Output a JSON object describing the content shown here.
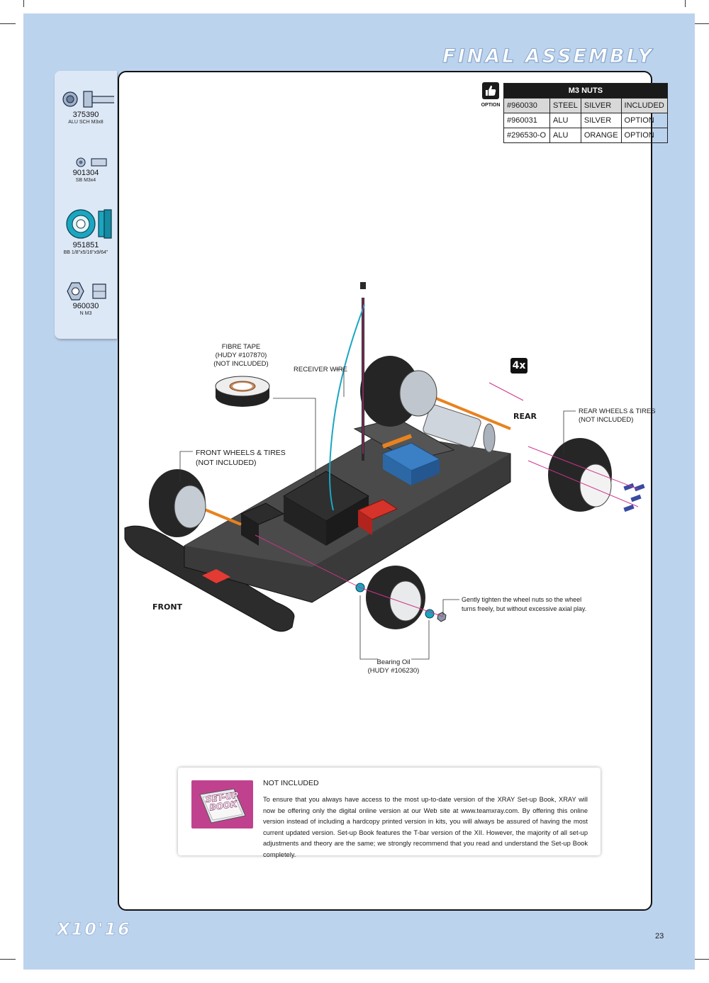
{
  "header": {
    "section_title": "FINAL ASSEMBLY"
  },
  "parts": [
    {
      "code": "375390",
      "desc": "ALU SCH M3x8",
      "icon": "screw-icon"
    },
    {
      "code": "901304",
      "desc": "SB M3x4",
      "icon": "set-screw-icon"
    },
    {
      "code": "951851",
      "desc": "BB 1/8\"x5/16\"x9/64\"",
      "icon": "ball-bearing-icon"
    },
    {
      "code": "960030",
      "desc": "N M3",
      "icon": "nut-icon"
    }
  ],
  "option": {
    "label": "OPTION",
    "icon": "thumbs-up-icon"
  },
  "nuts_table": {
    "title": "M3 NUTS",
    "rows": [
      [
        "#960030",
        "STEEL",
        "SILVER",
        "INCLUDED"
      ],
      [
        "#960031",
        "ALU",
        "SILVER",
        "OPTION"
      ],
      [
        "#296530-O",
        "ALU",
        "ORANGE",
        "OPTION"
      ]
    ]
  },
  "callouts": {
    "fibre_tape": [
      "FIBRE TAPE",
      "(HUDY #107870)",
      "(NOT INCLUDED)"
    ],
    "receiver_wire": "RECEIVER WIRE",
    "quantity": "4x",
    "rear": "REAR",
    "rear_wheels": [
      "REAR WHEELS & TIRES",
      "(NOT INCLUDED)"
    ],
    "front_wheels": [
      "FRONT WHEELS & TIRES",
      "(NOT INCLUDED)"
    ],
    "front": "FRONT",
    "wheel_nut_note": [
      "Gently tighten the wheel nuts so the wheel",
      "turns freely, but without excessive axial play."
    ],
    "bearing_oil": [
      "Bearing Oil",
      "(HUDY #106230)"
    ]
  },
  "notice": {
    "icon_text": [
      "SET-UP",
      "BOOK"
    ],
    "title": "NOT INCLUDED",
    "body": "To ensure that you always have access to the most up-to-date version of the XRAY Set-up Book, XRAY will now be offering only the digital online version at our Web site at www.teamxray.com. By offering this online version instead of including a hardcopy printed version in kits, you will always be assured of having the most current updated version. Set-up Book features the T-bar version of the XII. However, the majority of all set-up adjustments and theory are the same; we strongly recommend that you read and understand the Set-up Book completely."
  },
  "footer": {
    "logo": "X10'16",
    "page_number": "23"
  },
  "colors": {
    "panel_bg": "#bcd3ee",
    "accent_magenta": "#c0428f",
    "teal": "#1aa6c0",
    "orange": "#e8821e"
  }
}
